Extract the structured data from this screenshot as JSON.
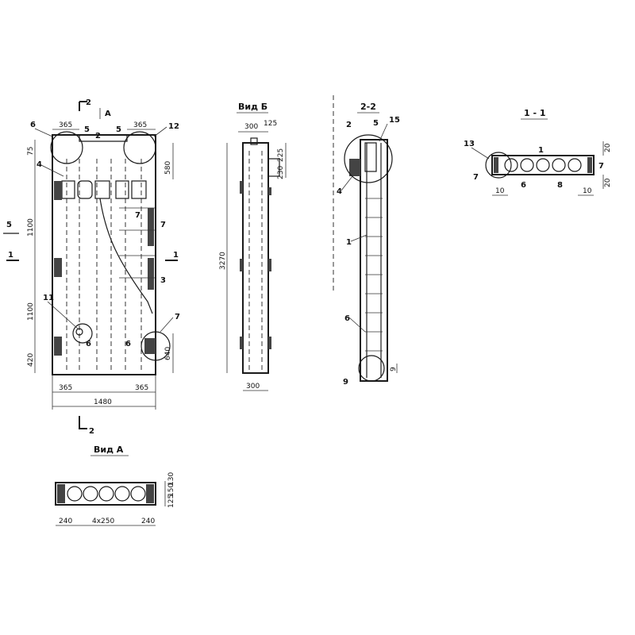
{
  "views": {
    "front": {
      "callouts": {
        "n6": "6",
        "n5a": "5",
        "n2": "2",
        "n5b": "5",
        "n12": "12",
        "n4": "4",
        "n7a": "7",
        "n7b": "7",
        "n3": "3",
        "n11": "11",
        "n6b": "6",
        "n6c": "6",
        "n7c": "7"
      },
      "dims": {
        "d365a": "365",
        "d365b": "365",
        "d75": "75",
        "d580": "580",
        "d1100a": "1100",
        "d1100b": "1100",
        "d420": "420",
        "d640": "640",
        "d365c": "365",
        "d365d": "365",
        "d1480": "1480"
      },
      "section_marks": {
        "s2top": "2",
        "sA": "А",
        "s5": "5",
        "s1l": "1",
        "s1r": "1",
        "s2bot": "2"
      }
    },
    "view_b": {
      "title": "Вид Б",
      "dims": {
        "d300": "300",
        "d125": "125",
        "d225": "225",
        "d230": "230",
        "d3270": "3270",
        "d300b": "300"
      }
    },
    "section_2_2": {
      "title": "2-2",
      "callouts": {
        "n2": "2",
        "n5": "5",
        "n15": "15",
        "n4": "4",
        "n1": "1",
        "n6": "6",
        "n9": "9"
      },
      "dims": {
        "d9": "9"
      }
    },
    "section_1_1": {
      "title": "1 - 1",
      "callouts": {
        "n13": "13",
        "n1": "1",
        "n7a": "7",
        "n7b": "7",
        "n6a": "6",
        "n8": "8"
      },
      "dims": {
        "d20a": "20",
        "d20b": "20",
        "d10a": "10",
        "d10b": "10"
      }
    },
    "view_a": {
      "title": "Вид А",
      "dims": {
        "d240a": "240",
        "d4x250": "4х250",
        "d240b": "240",
        "d125": "125",
        "d150": "150",
        "d130": "130"
      }
    }
  }
}
